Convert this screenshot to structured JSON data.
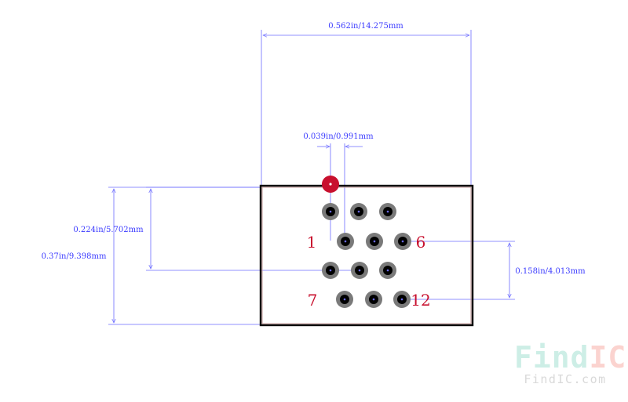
{
  "dimensions": {
    "overall_width": "0.562in/14.275mm",
    "pin_diameter": "0.039in/0.991mm",
    "row_span": "0.224in/5.702mm",
    "overall_height": "0.37in/9.398mm",
    "row_pitch": "0.158in/4.013mm"
  },
  "pin_labels": {
    "pin_1": "1",
    "pin_6": "6",
    "pin_7": "7",
    "pin_12": "12"
  },
  "watermark": {
    "logo_find": "Find",
    "logo_ic": "IC",
    "url": "FindIC.com"
  },
  "colors": {
    "dimension": "#3a3aff",
    "pin_label": "#c8102e",
    "body_outline": "#000000",
    "inner_outline": "#c49a9a",
    "pad_ring": "#7a7a7a",
    "pad_core": "#000000",
    "pin1_marker": "#c8102e"
  }
}
